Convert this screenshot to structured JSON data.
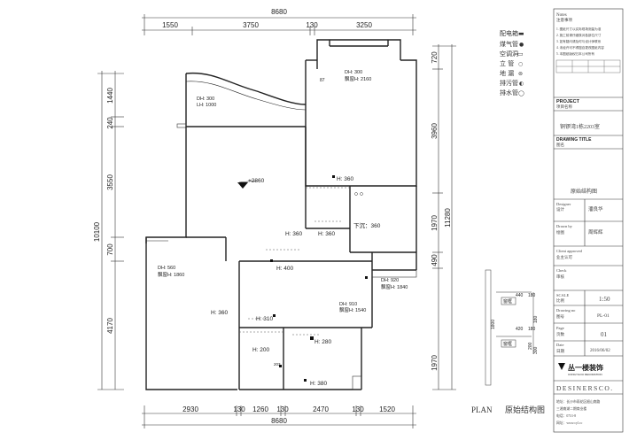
{
  "dimensions": {
    "total_top": "8680",
    "top": [
      "1550",
      "3750",
      "130",
      "3250"
    ],
    "total_bottom": "8680",
    "bottom": [
      "2930",
      "130",
      "1260",
      "130",
      "2470",
      "130",
      "1520"
    ],
    "left_total": "10100",
    "left": [
      "1440",
      "240",
      "3550",
      "700",
      "4170"
    ],
    "right_total": "11280",
    "right": [
      "720",
      "3960",
      "1970",
      "490",
      "1970"
    ]
  },
  "legend": [
    {
      "label": "配电箱",
      "symbol": "▬"
    },
    {
      "label": "煤气管",
      "symbol": "●"
    },
    {
      "label": "空调洞",
      "symbol": "▭"
    },
    {
      "label": "立 管",
      "symbol": "○"
    },
    {
      "label": "地 漏",
      "symbol": "⊚"
    },
    {
      "label": "排污管",
      "symbol": "◐"
    },
    {
      "label": "排水管",
      "symbol": "◯"
    }
  ],
  "rooms": {
    "dh300_lh1000": {
      "dh": "DH: 300",
      "lh": "LH: 1000"
    },
    "dh300_window2160": {
      "dh": "DH: 300",
      "win": "飘窗H: 2160"
    },
    "elev_2860": "+2860",
    "h360_a": "H: 360",
    "h360_b": "H: 360",
    "h360_c": "H: 360",
    "xiaqu": "下沉：360",
    "h400": "H: 400",
    "dh560_window1860": {
      "dh": "DH: 560",
      "win": "飘窗H: 1860"
    },
    "dh910_window1540": {
      "dh": "DH: 910",
      "win": "飘窗H: 1540"
    },
    "dh920_window1840": {
      "dh": "DH: 920",
      "win": "飘窗H: 1840"
    },
    "h360_d": "H: 360",
    "h310": "H: 310",
    "h280": "H: 280",
    "h200": "H: 200",
    "h380": "H: 380",
    "label_87": "87",
    "label_203": "203"
  },
  "plan_title": {
    "en": "PLAN",
    "cn": "原始结构图"
  },
  "title_block": {
    "notes_title": "Notes",
    "notes_sub": "注意事项",
    "notes_lines": [
      "1. 图纸尺寸以实际现场测量为准",
      "2. 施工前请仔细核对各部位尺寸",
      "3. 如有疑问请及时与设计师联系",
      "4. 未经许可不得擅自更改图纸内容",
      "5. 本图纸版权归本公司所有"
    ],
    "project_label": "PROJECT",
    "project_label_cn": "项目名称",
    "project_name": "铜锣湾1栋2203室",
    "drawing_title_label": "DRAWING TITLE",
    "drawing_title_cn": "图名",
    "drawing_title": "原始结构图",
    "designer_label": "Designer",
    "designer_cn": "设计",
    "designer": "潘良华",
    "drawn_label": "Drawn by",
    "drawn_cn": "绘图",
    "drawn": "周辉辉",
    "client_label": "Client approved",
    "client_cn": "业主认可",
    "check_label": "Check",
    "check_cn": "审核",
    "scale_label": "SCALE",
    "scale_cn": "比例",
    "scale": "1:50",
    "drawing_no_label": "Drawing no",
    "drawing_no_cn": "图号",
    "drawing_no": "PL-01",
    "page_label": "Page",
    "page_cn": "页数",
    "page": "01",
    "date_label": "Date",
    "date_cn": "日期",
    "date": "2016/06/02",
    "company_logo": "丛一楼装饰",
    "company_logo_sub": "CONGYILOU DECORATION",
    "company_en": "DESINERSCO.",
    "company_info": [
      "地址：长沙市雨花区韶山南路",
      "三湘南湖二期商业楼",
      "电话：0731-8",
      "网址：www.cyl.cc"
    ]
  },
  "mini_detail": {
    "a": "440",
    "b": "180",
    "c": "420",
    "d": "180",
    "e": "1800",
    "f": "300",
    "g": "200",
    "h": "180",
    "tag1": "窗框",
    "tag2": "窗框"
  }
}
